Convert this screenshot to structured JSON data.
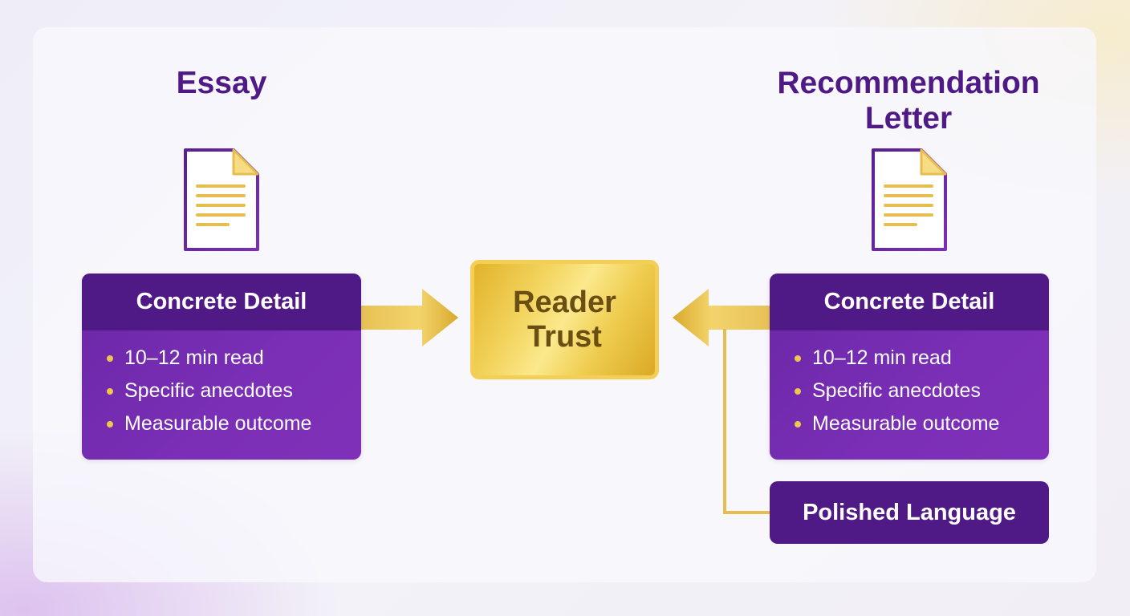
{
  "left": {
    "title": "Essay",
    "card_title": "Concrete Detail",
    "items": [
      "10–12 min read",
      "Specific anecdotes",
      "Measurable outcome"
    ],
    "icon": "document-icon"
  },
  "right": {
    "title_line1": "Recommendation",
    "title_line2": "Letter",
    "card_title": "Concrete Detail",
    "items": [
      "10–12 min read",
      "Specific anecdotes",
      "Measurable outcome"
    ],
    "icon": "document-icon"
  },
  "center": {
    "line1": "Reader",
    "line2": "Trust"
  },
  "extra": {
    "label": "Polished Language"
  },
  "colors": {
    "purple_dark": "#4f1a86",
    "purple": "#7a2fb6",
    "gold": "#f0c64e",
    "trust_text": "#6b4e12"
  }
}
